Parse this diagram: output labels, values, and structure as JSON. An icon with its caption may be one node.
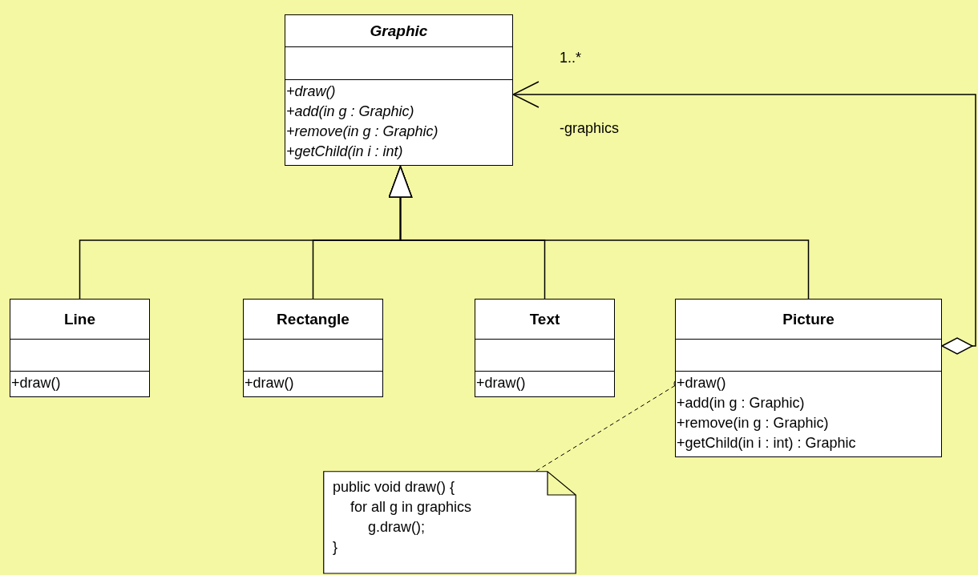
{
  "diagram": {
    "nodes": [
      {
        "text": [
          "Graphic",
          "+draw()",
          "+add(in g : Graphic)",
          "+remove(in g : Graphic)",
          "+getChild(in i : int)"
        ]
      },
      {
        "text": [
          "Line",
          "+draw()"
        ]
      },
      {
        "text": [
          "Rectangle",
          "+draw()"
        ]
      },
      {
        "text": [
          "Text",
          "+draw()"
        ]
      },
      {
        "text": [
          "Picture",
          "+draw()",
          "+add(in g : Graphic)",
          "+remove(in g : Graphic)",
          "+getChild(in i : int) : Graphic"
        ]
      },
      {
        "text": [
          "public void draw() {",
          "for all g in graphics",
          "g.draw();",
          "}"
        ]
      }
    ],
    "edges": [
      {
        "from": 1,
        "to": 0,
        "arrow": "to"
      },
      {
        "from": 2,
        "to": 0,
        "arrow": "to"
      },
      {
        "from": 3,
        "to": 0,
        "arrow": "to"
      },
      {
        "from": 4,
        "to": 0,
        "arrow": "to"
      },
      {
        "from": 4,
        "to": 0,
        "arrow": "to"
      },
      {
        "from": 5,
        "to": 4,
        "arrow": "other",
        "style": "dashed"
      }
    ],
    "labels": [
      "1..*",
      "-graphics"
    ]
  }
}
